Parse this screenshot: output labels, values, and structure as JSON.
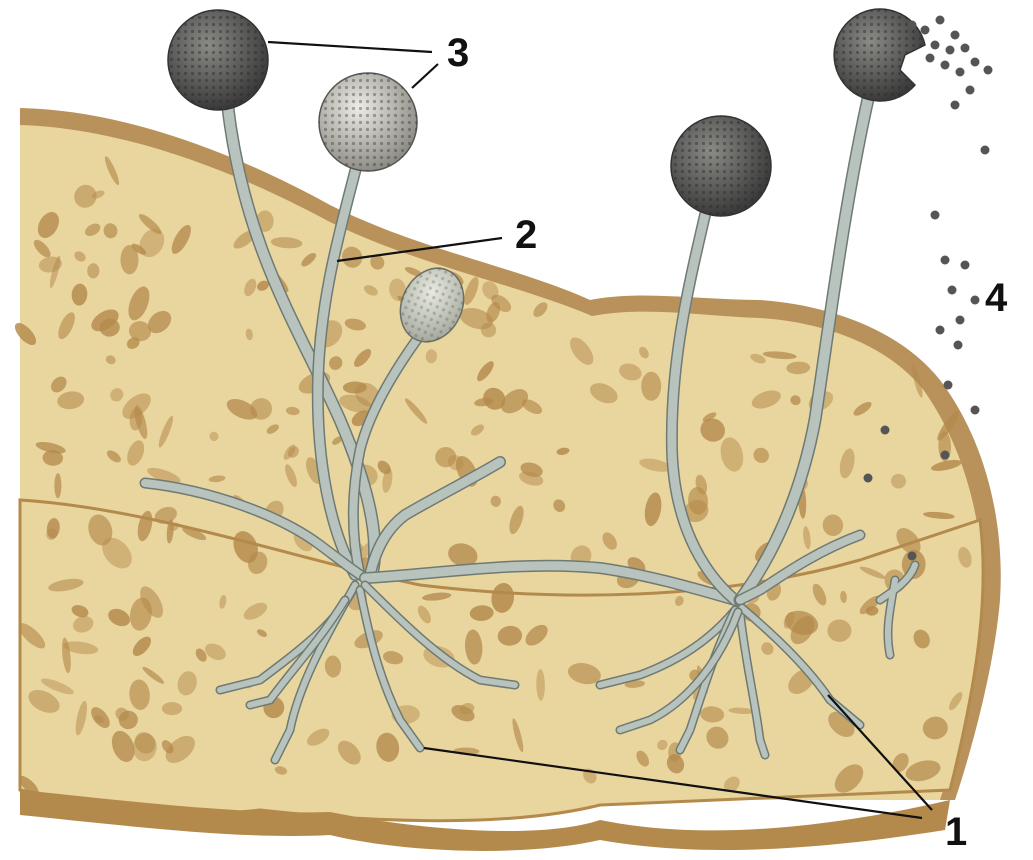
{
  "diagram": {
    "labels": {
      "rhizoids": "1",
      "sporangiophore": "2",
      "sporangium": "3",
      "spores": "4"
    }
  },
  "colors": {
    "bread_crust": "#b8925a",
    "bread_crumb": "#e9d59e",
    "bread_pores": "#b48a4c",
    "hyphae": "#b9c3bd",
    "hyphae_outline": "#6e7a74",
    "sporangium_dark": "#505050",
    "sporangium_light": "#bcbcb4",
    "spores": "#555555",
    "leader_lines": "#111111"
  }
}
